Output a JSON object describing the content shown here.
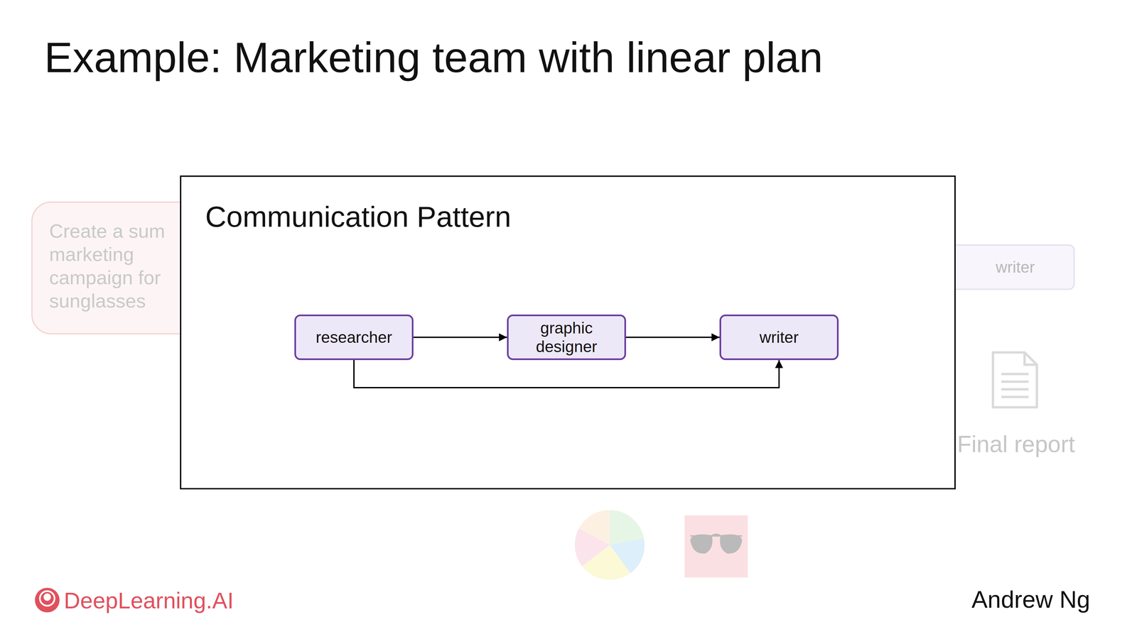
{
  "diagram": {
    "title": "Example: Marketing team with linear plan",
    "nodes": [
      {
        "text": [
          "Create a sum marketing campaign for sunglasses"
        ]
      },
      {
        "text": [
          "Communication Pattern"
        ]
      },
      {
        "text": [
          "researcher"
        ],
        "in": 1
      },
      {
        "text": [
          "graphic designer"
        ],
        "in": 1
      },
      {
        "text": [
          "writer"
        ],
        "in": 1
      },
      {
        "text": [
          "writer"
        ]
      }
    ],
    "edges": [
      {
        "from": 2,
        "to": 3,
        "arrow": "to"
      },
      {
        "from": 3,
        "to": 4,
        "arrow": "to"
      },
      {
        "from": 2,
        "to": 4,
        "arrow": "to"
      }
    ],
    "labels": [
      "Final report",
      "DeepLearning.AI",
      "Andrew Ng"
    ]
  }
}
